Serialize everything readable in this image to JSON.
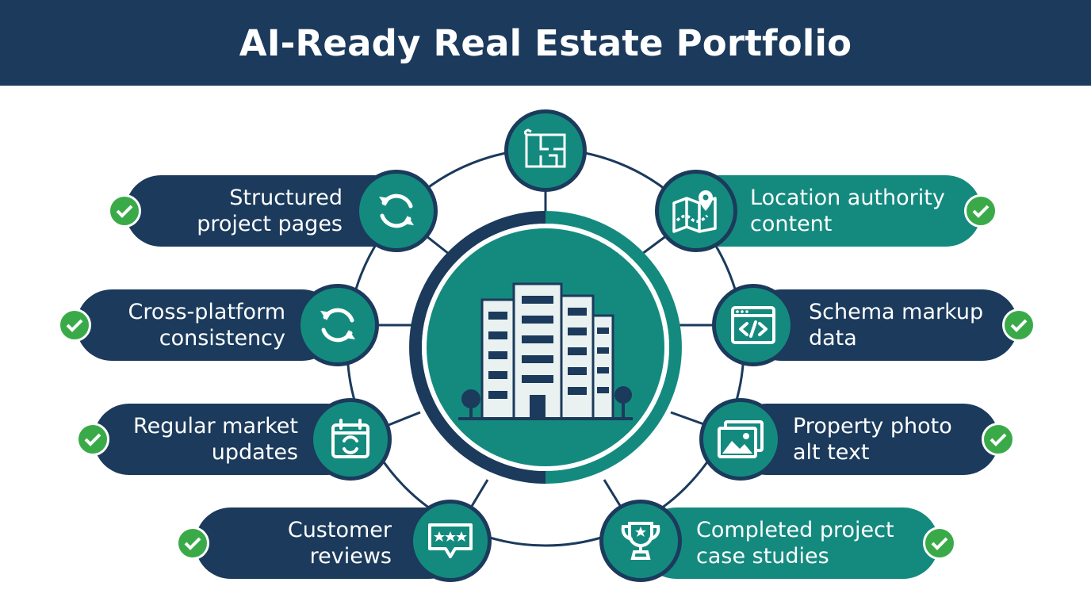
{
  "title": "AI-Ready Real Estate Portfolio",
  "center_icon": "apartment-building-icon",
  "top_icon": "floor-plan-icon",
  "left_items": [
    {
      "label": "Structured\nproject pages",
      "icon": "refresh-icon"
    },
    {
      "label": "Cross-platform\nconsistency",
      "icon": "refresh-icon"
    },
    {
      "label": "Regular market\nupdates",
      "icon": "calendar-refresh-icon"
    },
    {
      "label": "Customer\nreviews",
      "icon": "star-review-icon"
    }
  ],
  "right_items": [
    {
      "label": "Location authority\ncontent",
      "icon": "map-pin-icon"
    },
    {
      "label": "Schema markup\ndata",
      "icon": "code-window-icon"
    },
    {
      "label": "Property photo\nalt text",
      "icon": "image-icon"
    },
    {
      "label": "Completed project\ncase studies",
      "icon": "trophy-icon"
    }
  ],
  "colors": {
    "navy": "#1b3a5c",
    "teal": "#148a7f",
    "check_green": "#3aaa49"
  }
}
